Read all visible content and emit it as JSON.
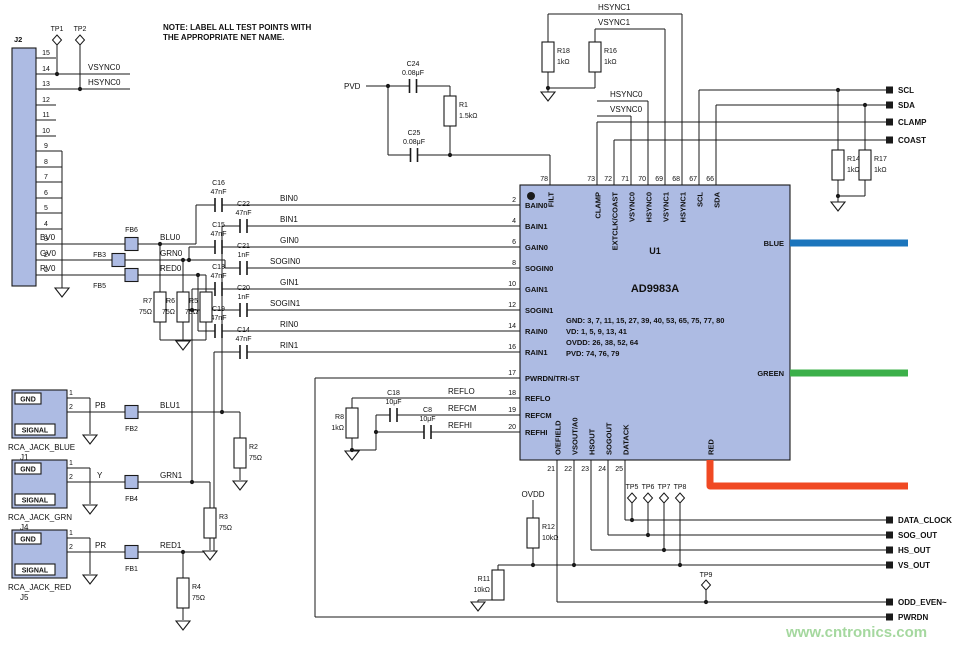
{
  "note": {
    "line1": "NOTE: LABEL ALL TEST POINTS WITH",
    "line2": "THE APPROPRIATE NET NAME."
  },
  "watermark": "www.cntronics.com",
  "colors": {
    "blue": "#1b75bc",
    "green": "#3cb04a",
    "red": "#f04923",
    "fill": "#adbbe3",
    "watermark": "#a5d89f"
  },
  "j2": {
    "refdes": "J2",
    "pins": [
      "15",
      "14",
      "13",
      "12",
      "11",
      "10",
      "9",
      "8",
      "7",
      "6",
      "5",
      "4",
      "3",
      "2",
      "1"
    ]
  },
  "ic": {
    "refdes": "U1",
    "part": "AD9983A",
    "info": [
      "GND: 3, 7, 11, 15, 27, 39, 40, 53, 65, 75, 77, 80",
      "VD: 1, 5, 9, 13, 41",
      "OVDD: 26, 38, 52, 64",
      "PVD: 74, 76, 79"
    ],
    "top_pins": [
      {
        "num": "78",
        "name": "FILT"
      },
      {
        "num": "73",
        "name": "CLAMP"
      },
      {
        "num": "72",
        "name": "EXTCLK/COAST"
      },
      {
        "num": "71",
        "name": "VSYNC0"
      },
      {
        "num": "70",
        "name": "HSYNC0"
      },
      {
        "num": "69",
        "name": "VSYNC1"
      },
      {
        "num": "68",
        "name": "HSYNC1"
      },
      {
        "num": "67",
        "name": "SCL"
      },
      {
        "num": "66",
        "name": "SDA"
      }
    ],
    "left_pins": [
      {
        "num": "2",
        "name": "BAIN0"
      },
      {
        "num": "4",
        "name": "BAIN1"
      },
      {
        "num": "6",
        "name": "GAIN0"
      },
      {
        "num": "8",
        "name": "SOGIN0"
      },
      {
        "num": "10",
        "name": "GAIN1"
      },
      {
        "num": "12",
        "name": "SOGIN1"
      },
      {
        "num": "14",
        "name": "RAIN0"
      },
      {
        "num": "16",
        "name": "RAIN1"
      },
      {
        "num": "17",
        "name": "PWRDN/TRI-ST"
      },
      {
        "num": "18",
        "name": "REFLO"
      },
      {
        "num": "19",
        "name": "REFCM"
      },
      {
        "num": "20",
        "name": "REFHI"
      }
    ],
    "bottom_pins": [
      {
        "num": "21",
        "name": "O/EFIELD"
      },
      {
        "num": "22",
        "name": "VSOUT/A0"
      },
      {
        "num": "23",
        "name": "HSOUT"
      },
      {
        "num": "24",
        "name": "SOGOUT"
      },
      {
        "num": "25",
        "name": "DATACK"
      }
    ],
    "right_pins": {
      "blue": "BLUE",
      "green": "GREEN",
      "red": "RED"
    }
  },
  "jacks": [
    {
      "refdes": "J1",
      "name": "RCA_JACK_BLUE",
      "gnd": "GND",
      "signal": "SIGNAL",
      "pin1": "1",
      "pin2": "2"
    },
    {
      "refdes": "J4",
      "name": "RCA_JACK_GRN",
      "gnd": "GND",
      "signal": "SIGNAL",
      "pin1": "1",
      "pin2": "2"
    },
    {
      "refdes": "J5",
      "name": "RCA_JACK_RED",
      "gnd": "GND",
      "signal": "SIGNAL",
      "pin1": "1",
      "pin2": "2"
    }
  ],
  "resistors": {
    "r1": {
      "ref": "R1",
      "val": "1.5kΩ"
    },
    "r2": {
      "ref": "R2",
      "val": "75Ω"
    },
    "r3": {
      "ref": "R3",
      "val": "75Ω"
    },
    "r4": {
      "ref": "R4",
      "val": "75Ω"
    },
    "r5": {
      "ref": "R5",
      "val": "75Ω"
    },
    "r6": {
      "ref": "R6",
      "val": "75Ω"
    },
    "r7": {
      "ref": "R7",
      "val": "75Ω"
    },
    "r8": {
      "ref": "R8",
      "val": "1kΩ"
    },
    "r11": {
      "ref": "R11",
      "val": "10kΩ"
    },
    "r12": {
      "ref": "R12",
      "val": "10kΩ"
    },
    "r14": {
      "ref": "R14",
      "val": "1kΩ"
    },
    "r16": {
      "ref": "R16",
      "val": "1kΩ"
    },
    "r17": {
      "ref": "R17",
      "val": "1kΩ"
    },
    "r18": {
      "ref": "R18",
      "val": "1kΩ"
    }
  },
  "capacitors": {
    "c8": {
      "ref": "C8",
      "val": "10μF"
    },
    "c13": {
      "ref": "C13",
      "val": "47nF"
    },
    "c14": {
      "ref": "C14",
      "val": "47nF"
    },
    "c15": {
      "ref": "C15",
      "val": "47nF"
    },
    "c16": {
      "ref": "C16",
      "val": "47nF"
    },
    "c18": {
      "ref": "C18",
      "val": "10μF"
    },
    "c19": {
      "ref": "C19",
      "val": "47nF"
    },
    "c20": {
      "ref": "C20",
      "val": "1nF"
    },
    "c21": {
      "ref": "C21",
      "val": "1nF"
    },
    "c22": {
      "ref": "C22",
      "val": "47nF"
    },
    "c24": {
      "ref": "C24",
      "val": "0.08μF"
    },
    "c25": {
      "ref": "C25",
      "val": "0.08μF"
    }
  },
  "beads": {
    "fb1": "FB1",
    "fb2": "FB2",
    "fb3": "FB3",
    "fb4": "FB4",
    "fb5": "FB5",
    "fb6": "FB6"
  },
  "testpoints": {
    "tp1": "TP1",
    "tp2": "TP2",
    "tp5": "TP5",
    "tp6": "TP6",
    "tp7": "TP7",
    "tp8": "TP8",
    "tp9": "TP9"
  },
  "nets": {
    "vsync0": "VSYNC0",
    "hsync0": "HSYNC0",
    "hsync1": "HSYNC1",
    "vsync1": "VSYNC1",
    "bv0": "BV0",
    "gv0": "GV0",
    "rv0": "RV0",
    "blu0": "BLU0",
    "grn0": "GRN0",
    "red0": "RED0",
    "blu1": "BLU1",
    "grn1": "GRN1",
    "red1": "RED1",
    "pb": "PB",
    "y": "Y",
    "pr": "PR",
    "pvd": "PVD",
    "ovdd": "OVDD",
    "bin0": "BIN0",
    "bin1": "BIN1",
    "gin0": "GIN0",
    "sogin0": "SOGIN0",
    "gin1": "GIN1",
    "sogin1": "SOGIN1",
    "rin0": "RIN0",
    "rin1": "RIN1",
    "reflo": "REFLO",
    "refcm": "REFCM",
    "refhi": "REFHI",
    "scl": "SCL",
    "sda": "SDA",
    "clamp": "CLAMP",
    "coast": "COAST",
    "data_clock": "DATA_CLOCK",
    "sog_out": "SOG_OUT",
    "hs_out": "HS_OUT",
    "vs_out": "VS_OUT",
    "odd_even": "ODD_EVEN~",
    "pwrdn": "PWRDN"
  }
}
